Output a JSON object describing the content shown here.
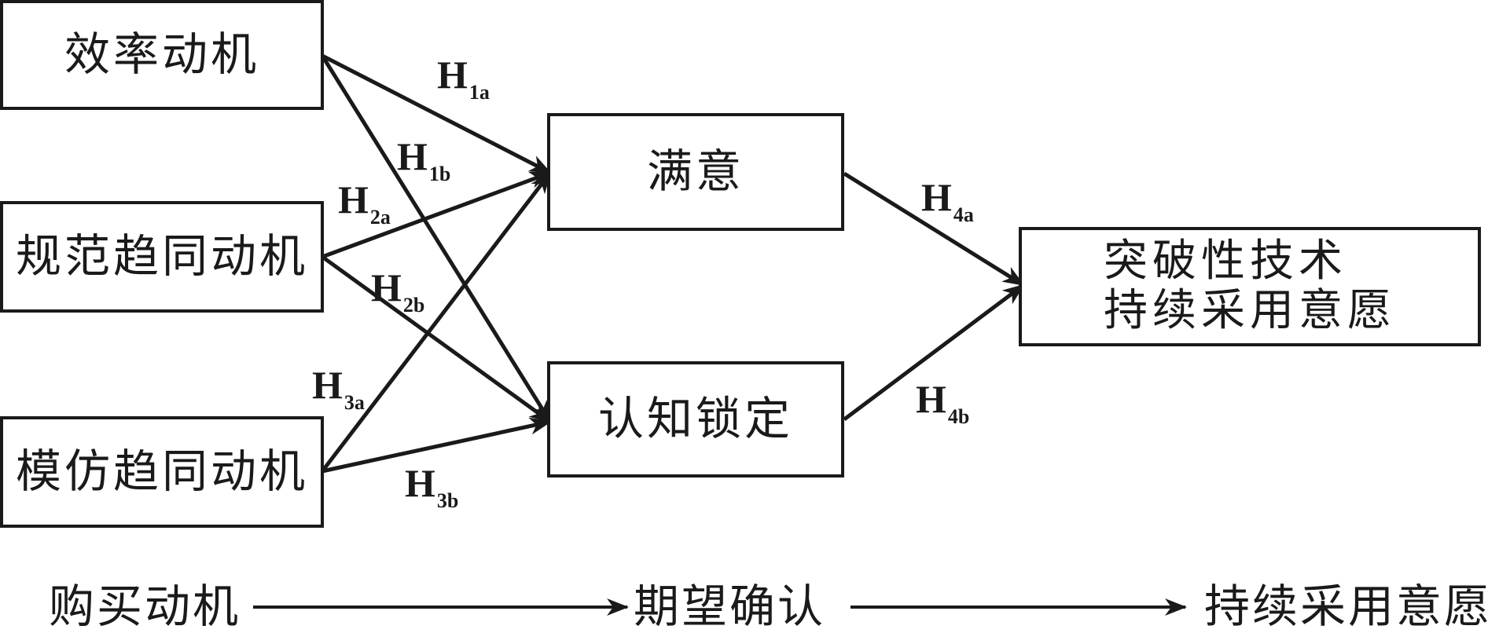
{
  "motives": {
    "efficiency": "效率动机",
    "normative": "规范趋同动机",
    "mimetic": "模仿趋同动机"
  },
  "mediators": {
    "satisfaction": "满意",
    "lock_in": "认知锁定"
  },
  "outcome": {
    "line1": "突破性技术",
    "line2": "持续采用意愿"
  },
  "hypotheses": {
    "h1a": {
      "main": "H",
      "sub": "1a"
    },
    "h1b": {
      "main": "H",
      "sub": "1b"
    },
    "h2a": {
      "main": "H",
      "sub": "2a"
    },
    "h2b": {
      "main": "H",
      "sub": "2b"
    },
    "h3a": {
      "main": "H",
      "sub": "3a"
    },
    "h3b": {
      "main": "H",
      "sub": "3b"
    },
    "h4a": {
      "main": "H",
      "sub": "4a"
    },
    "h4b": {
      "main": "H",
      "sub": "4b"
    }
  },
  "stages": {
    "purchase": "购买动机",
    "expectation": "期望确认",
    "continuance": "持续采用意愿"
  }
}
